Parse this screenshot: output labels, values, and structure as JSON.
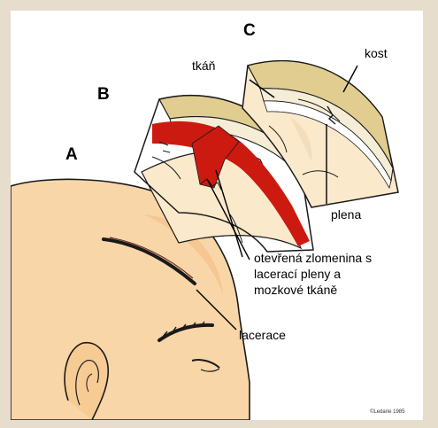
{
  "labels": {
    "panel_a": "A",
    "panel_b": "B",
    "panel_c": "C",
    "tissue": "tkáň",
    "bone": "kost",
    "dura": "plena",
    "fracture_line1": "otevřená zlomenina s",
    "fracture_line2": "lacerací pleny a",
    "fracture_line3": "mozkové tkáně",
    "laceration": "lacerace",
    "copyright": "©Ledane 1985"
  },
  "colors": {
    "skin": "#f9d6a7",
    "skin_shade": "#f0bd86",
    "blood": "#cc1a10",
    "bone": "#e0cd8f",
    "brain": "#fbe9cc"
  }
}
